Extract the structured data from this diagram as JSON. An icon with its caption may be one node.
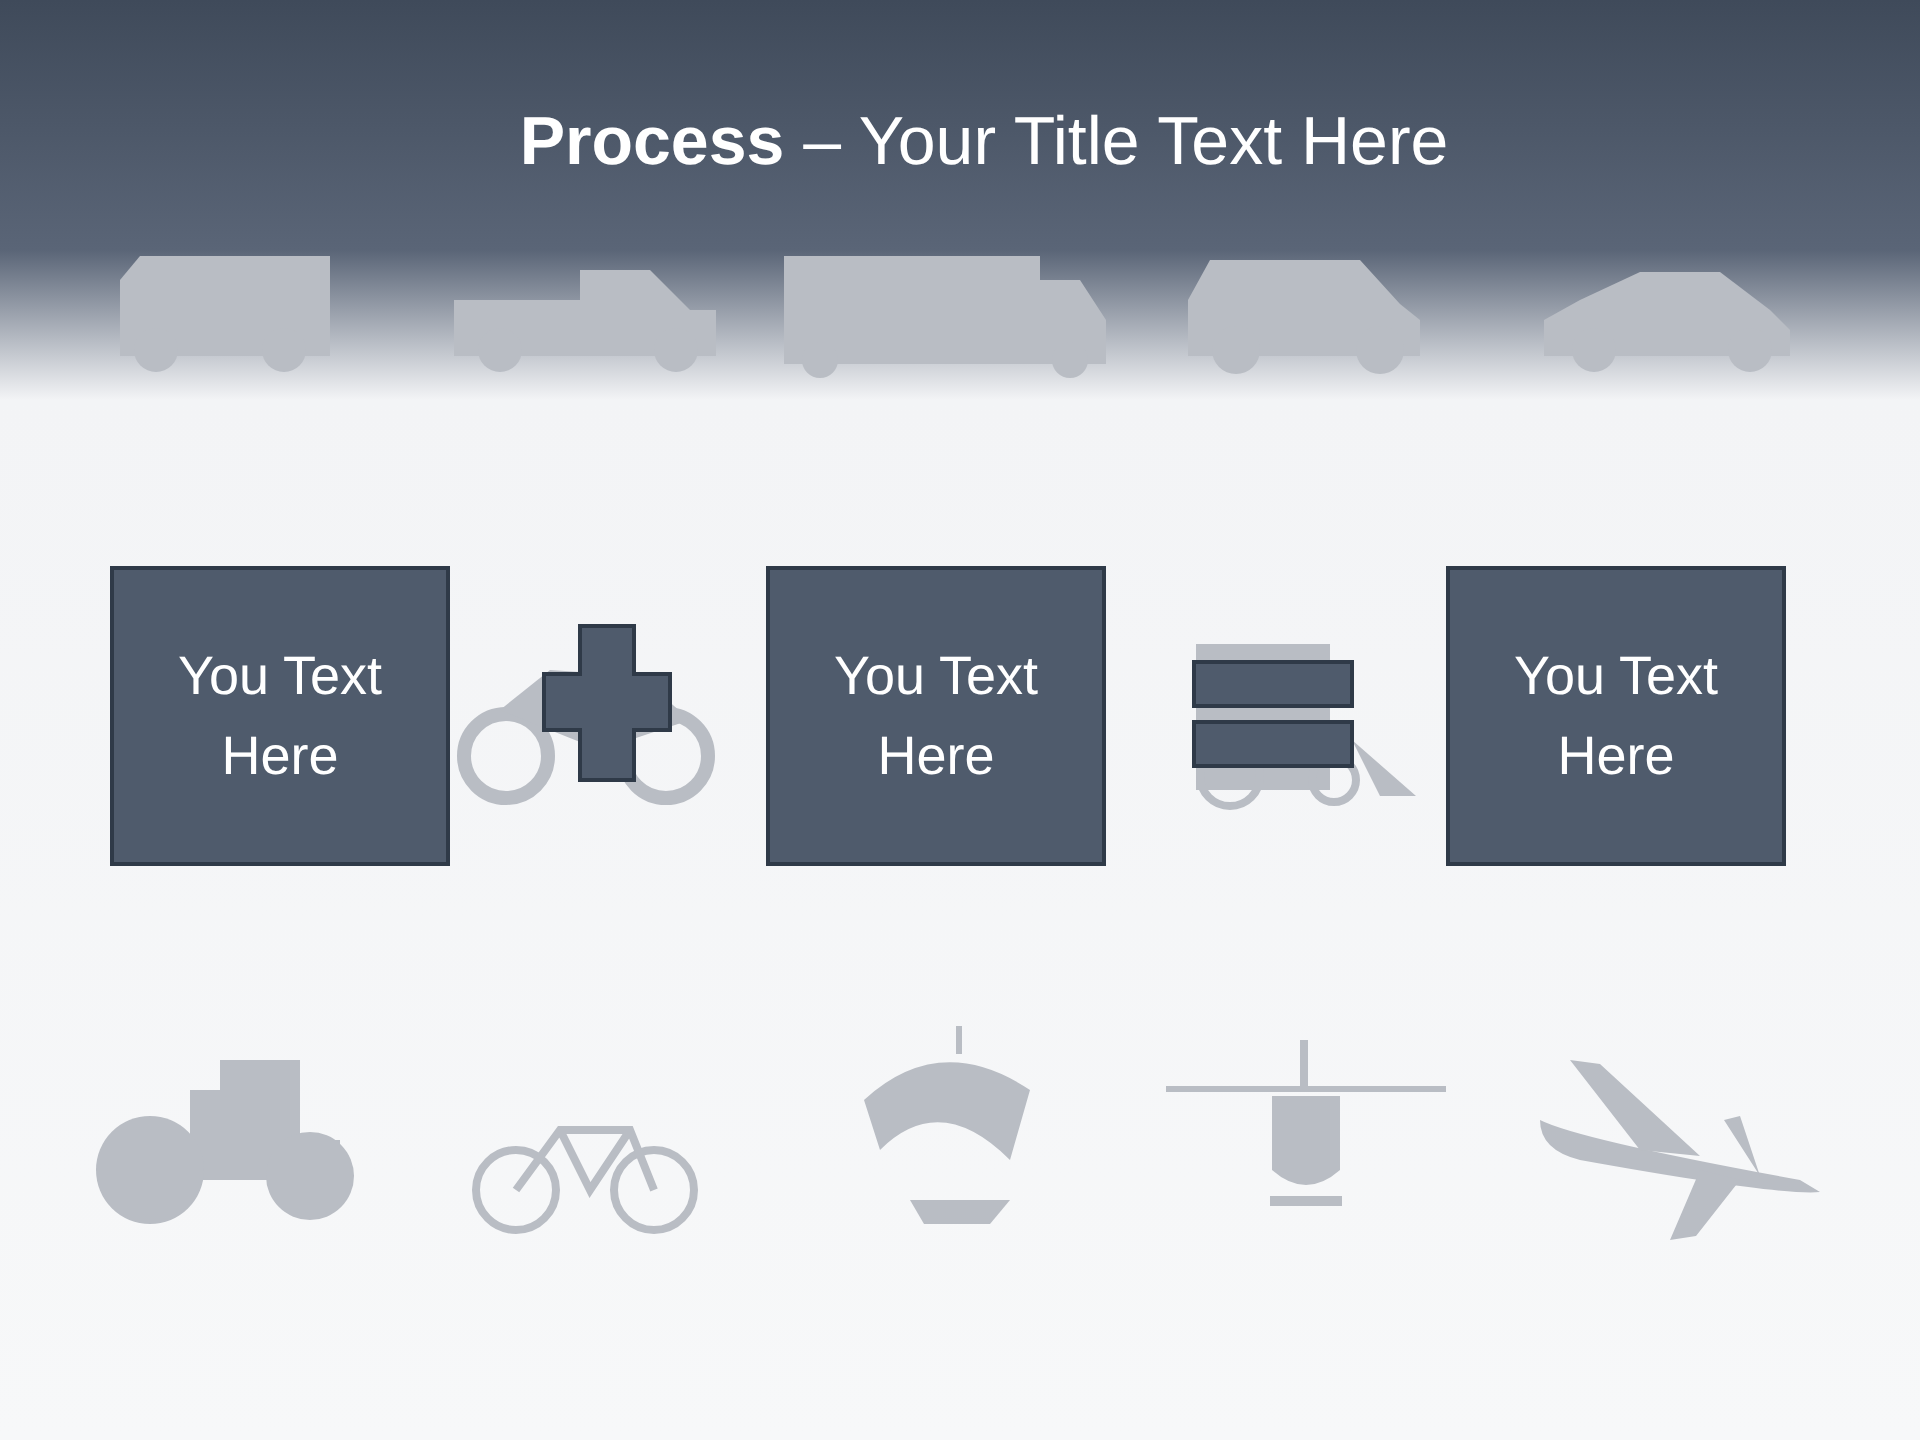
{
  "diagram": {
    "title": "**Process** – Your Title Text Here",
    "nodes": [
      {
        "text": [
          "You Text Here"
        ]
      },
      {
        "text": [
          "You Text Here"
        ]
      },
      {
        "text": [
          "You Text Here"
        ]
      }
    ]
  }
}
